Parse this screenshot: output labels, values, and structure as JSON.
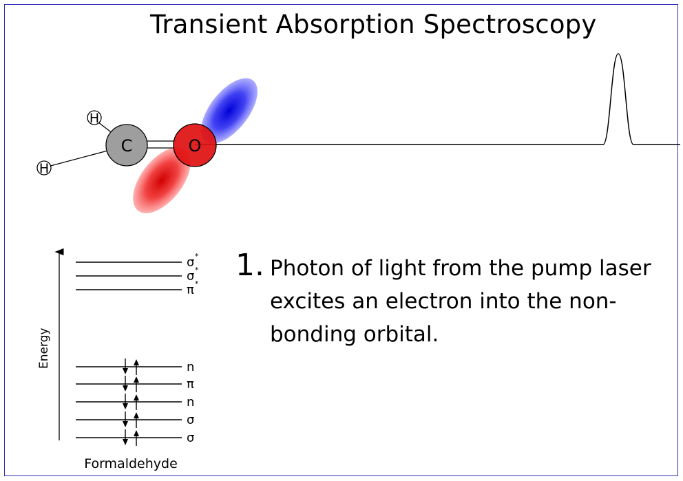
{
  "title": "Transient Absorption Spectroscopy",
  "molecule": {
    "carbon": "C",
    "oxygen": "O",
    "hydrogen_top": "H",
    "hydrogen_bottom": "H",
    "carbon_color": "#9e9e9e",
    "oxygen_color": "#e01010",
    "lobe_upper_color": "#1010e0",
    "lobe_lower_color": "#e01010"
  },
  "energy_diagram": {
    "axis_label": "Energy",
    "molecule_label": "Formaldehyde",
    "upper_levels": [
      {
        "symbol": "σ",
        "sup": "*"
      },
      {
        "symbol": "σ",
        "sup": "*"
      },
      {
        "symbol": "π",
        "sup": "*"
      }
    ],
    "lower_levels": [
      {
        "symbol": "n",
        "sup": ""
      },
      {
        "symbol": "π",
        "sup": ""
      },
      {
        "symbol": "n",
        "sup": ""
      },
      {
        "symbol": "σ",
        "sup": ""
      },
      {
        "symbol": "σ",
        "sup": ""
      }
    ]
  },
  "step": {
    "number": "1.",
    "text": "Photon of light from the pump laser excites an electron into the non-bonding orbital."
  },
  "colors": {
    "frame": "#2a2ab8"
  }
}
